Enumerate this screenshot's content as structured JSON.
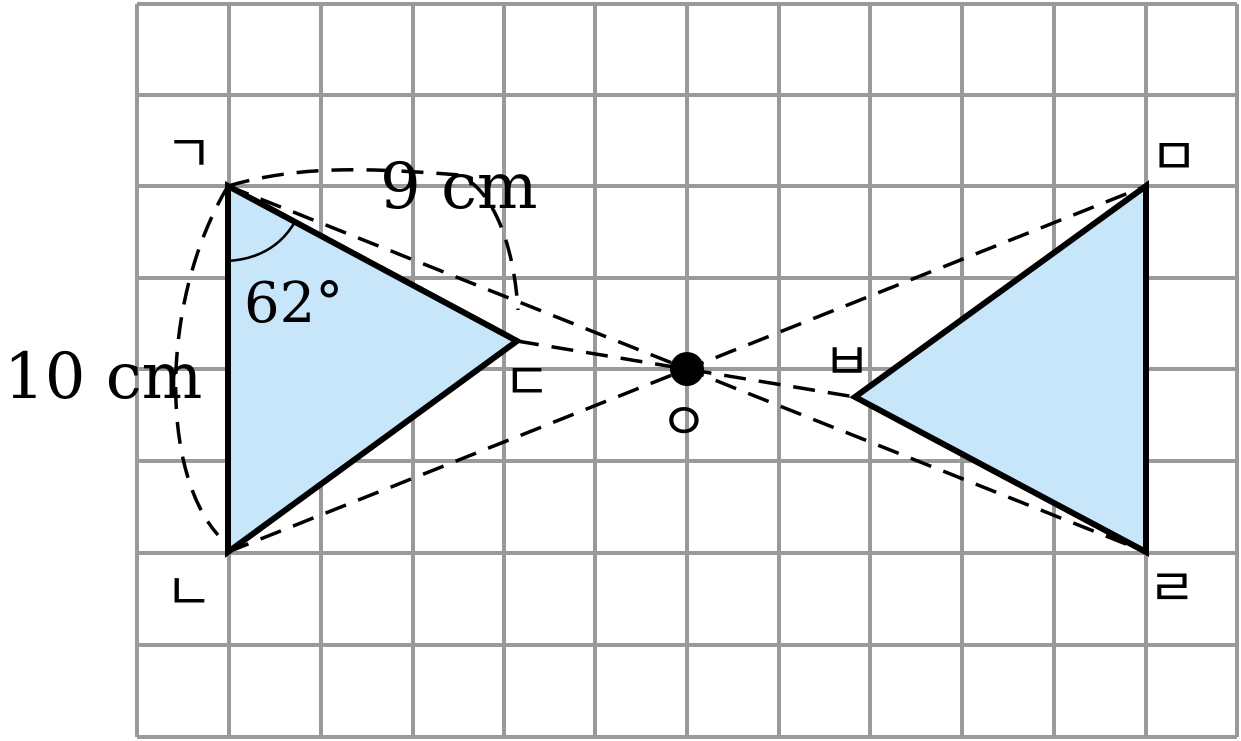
{
  "colors": {
    "triangle_fill": "#c8e6fa",
    "grid": "#9a9a9a",
    "ink": "#000000"
  },
  "labels": {
    "side_top": "9 cm",
    "side_left": "10 cm",
    "angle": "62°",
    "vertex_giyeok": "ㄱ",
    "vertex_nieun": "ㄴ",
    "vertex_digeut": "ㄷ",
    "vertex_rieul": "ㄹ",
    "vertex_mieum": "ㅁ",
    "vertex_bieup": "ㅂ",
    "center": "ㅇ"
  }
}
